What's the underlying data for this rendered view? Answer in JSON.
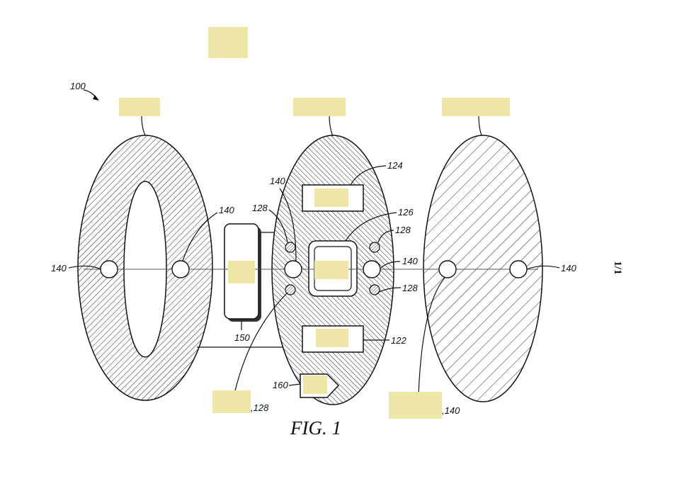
{
  "figure": {
    "caption": "FIG. 1",
    "sheet_number": "1/1",
    "labels": {
      "system": "100",
      "r140": "140",
      "r128": "128",
      "r124": "124",
      "r126": "126",
      "r122": "122",
      "r150": "150",
      "r160": "160",
      "r128_bottom": ",128",
      "r140_bottom": ",140"
    },
    "redaction_color": "#ede6a6"
  }
}
